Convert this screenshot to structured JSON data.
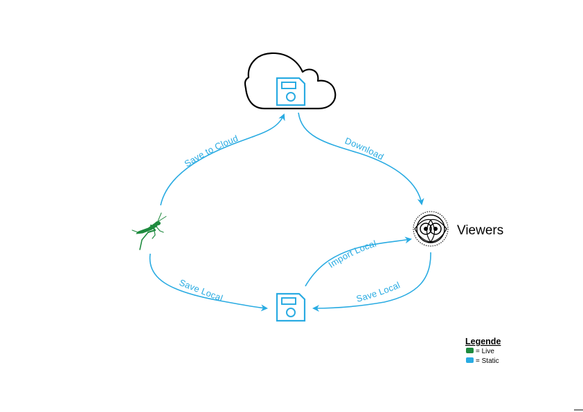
{
  "colors": {
    "static": "#29abe2",
    "live": "#1e8a3e",
    "outline": "#000000",
    "background": "#ffffff"
  },
  "nodes": {
    "cloud": {
      "icon": "cloud-icon"
    },
    "cloud_disk": {
      "icon": "floppy-disk-icon"
    },
    "grasshopper": {
      "icon": "grasshopper-icon"
    },
    "local_disk": {
      "icon": "floppy-disk-icon"
    },
    "viewers": {
      "icon": "viewers-eye-icon",
      "label": "Viewers"
    }
  },
  "edges": {
    "save_to_cloud": "Save to Cloud",
    "download": "Download",
    "save_local_left": "Save Local",
    "import_local": "Import Local",
    "save_local_right": "Save Local"
  },
  "legend": {
    "title": "Legende",
    "items": [
      {
        "label": "= Live",
        "color": "#1e8a3e"
      },
      {
        "label": "= Static",
        "color": "#29abe2"
      }
    ]
  }
}
